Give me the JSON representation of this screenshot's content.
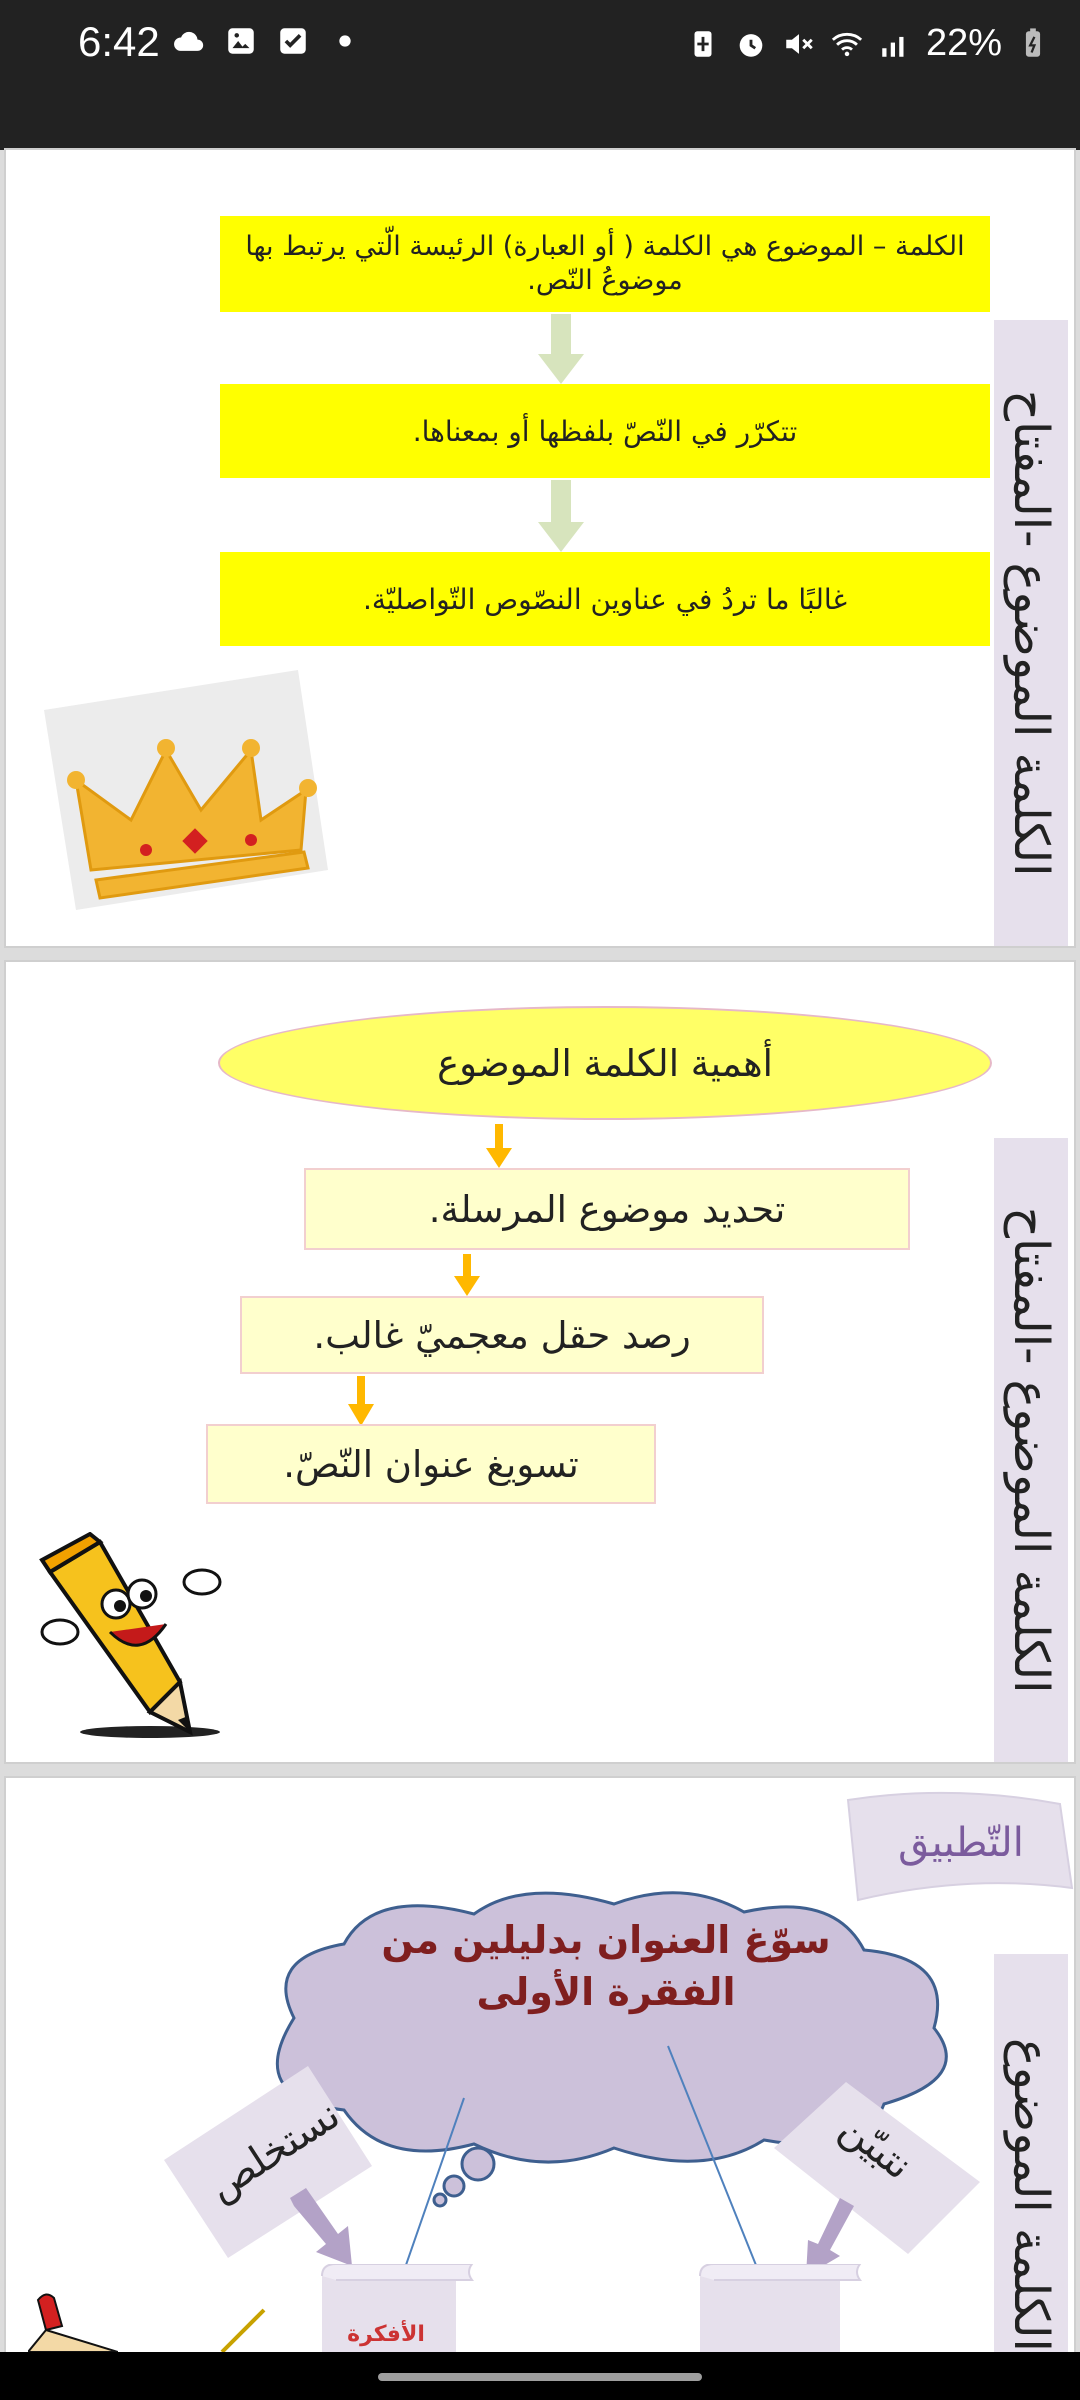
{
  "status_bar": {
    "time": "6:42",
    "battery": "22%",
    "left_icons": [
      "cloud-icon",
      "image-icon",
      "checkbox-icon",
      "dot-icon"
    ],
    "right_icons": [
      "battery-saver-icon",
      "alarm-icon",
      "mute-icon",
      "wifi-icon",
      "signal-icon",
      "battery-icon"
    ]
  },
  "slide1": {
    "side_title": "الكلمة الموضوع -المفتاح",
    "box1": "الكلمة – الموضوع هي الكلمة ( أو العبارة) الرئيسة الّتي يرتبط بها موضوعُ النّص.",
    "box2": "تتكرّر في النّصّ بلفظها أو بمعناها.",
    "box3": "غالبًا ما تردُ في عناوين النصّوص التّواصليّة.",
    "image": "crown-icon"
  },
  "slide2": {
    "side_title": "الكلمة الموضوع -المفتاح",
    "ellipse": "أهمية الكلمة الموضوع",
    "item1": "تحديد موضوع المرسلة.",
    "item2": "رصد حقل معجميّ غالب.",
    "item3": "تسويغ عنوان النّصّ.",
    "image": "pencil-mascot-icon"
  },
  "slide3": {
    "side_title": "الكلمة الموضوع",
    "banner": "التّطبيق",
    "cloud": "سوّغ العنوان بدليلين من الفقرة الأولى",
    "left_label": "نستخلص",
    "right_label": "نتبيّن",
    "scroll_text": "الأفكرة"
  },
  "colors": {
    "yellow": "#ffff00",
    "light_yellow": "#ffffcc",
    "lavender": "#e6e0ec",
    "cloud": "#ccc1da",
    "arrow_green": "#d7e4bd",
    "arrow_orange": "#ffb800",
    "title_red": "#7f1f1f"
  }
}
